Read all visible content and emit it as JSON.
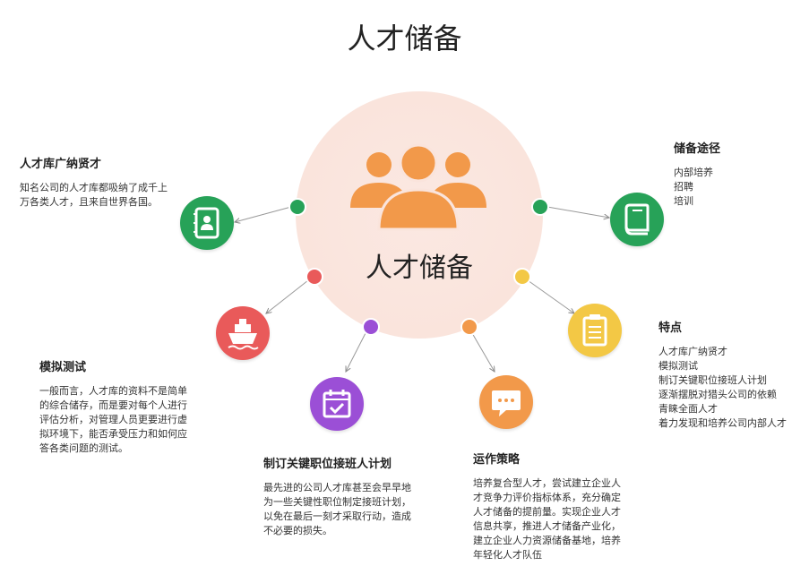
{
  "title": "人才储备",
  "center": {
    "label": "人才储备",
    "icon": "people-icon",
    "color": "#f2994a"
  },
  "nodes": {
    "talent_pool": {
      "heading": "人才库广纳贤才",
      "lines": [
        "知名公司的人才库都吸纳了成千上",
        "万各类人才，且来自世界各国。"
      ],
      "icon": "contact-book-icon",
      "color": "#27a258",
      "dot_color": "#27a258"
    },
    "simulation": {
      "heading": "模拟测试",
      "lines": [
        "一般而言，人才库的资料不是简单",
        "的综合储存，而是要对每个人进行",
        "评估分析，对管理人员更要进行虚",
        "拟环境下，能否承受压力和如何应",
        "答各类问题的测试。"
      ],
      "icon": "ship-icon",
      "color": "#e95a5a",
      "dot_color": "#e95a5a"
    },
    "succession": {
      "heading": "制订关键职位接班人计划",
      "lines": [
        "最先进的公司人才库甚至会早早地",
        "为一些关键性职位制定接班计划，",
        "以免在最后一刻才采取行动，造成",
        "不必要的损失。"
      ],
      "icon": "calendar-check-icon",
      "color": "#9b4fd6",
      "dot_color": "#9b4fd6"
    },
    "strategy": {
      "heading": "运作策略",
      "lines": [
        "培养复合型人才，尝试建立企业人",
        "才竞争力评价指标体系，充分确定",
        "人才储备的提前量。实现企业人才",
        "信息共享，推进人才储备产业化，",
        "建立企业人力资源储备基地，培养",
        "年轻化人才队伍"
      ],
      "icon": "chat-icon",
      "color": "#f2994a",
      "dot_color": "#f2994a"
    },
    "features": {
      "heading": "特点",
      "lines": [
        "人才库广纳贤才",
        "模拟测试",
        "制订关键职位接班人计划",
        "逐渐摆脱对猎头公司的依赖",
        "青睐全面人才",
        "着力发现和培养公司内部人才"
      ],
      "icon": "clipboard-icon",
      "color": "#f3c845",
      "dot_color": "#f3c845"
    },
    "channels": {
      "heading": "储备途径",
      "lines": [
        "内部培养",
        "招聘",
        "培训"
      ],
      "icon": "book-icon",
      "color": "#27a258",
      "dot_color": "#27a258"
    }
  }
}
